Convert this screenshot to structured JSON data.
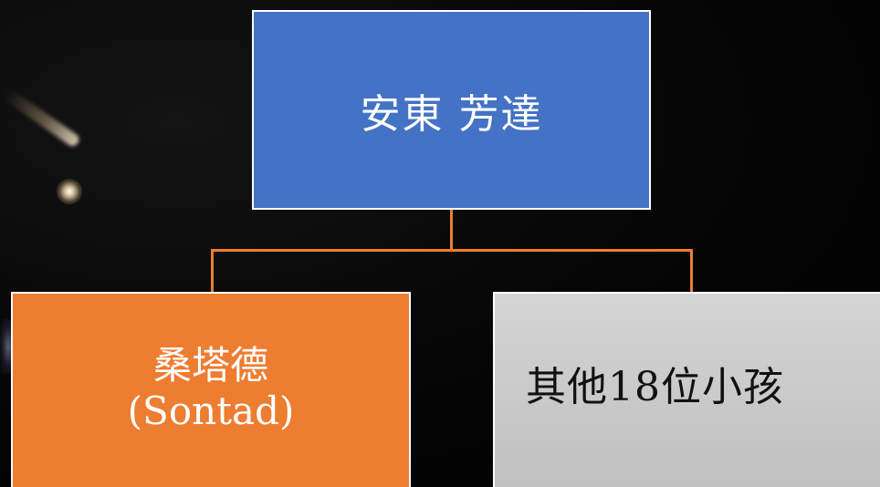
{
  "diagram": {
    "root": {
      "label": "安東 芳達",
      "color": "#4472C4"
    },
    "children": [
      {
        "label_line1": "桑塔德",
        "label_line2": "(Sontad)",
        "color": "#ED7D31"
      },
      {
        "label": "其他18位小孩",
        "color": "#BFBFBF"
      }
    ],
    "connector_color": "#ED7D31"
  }
}
